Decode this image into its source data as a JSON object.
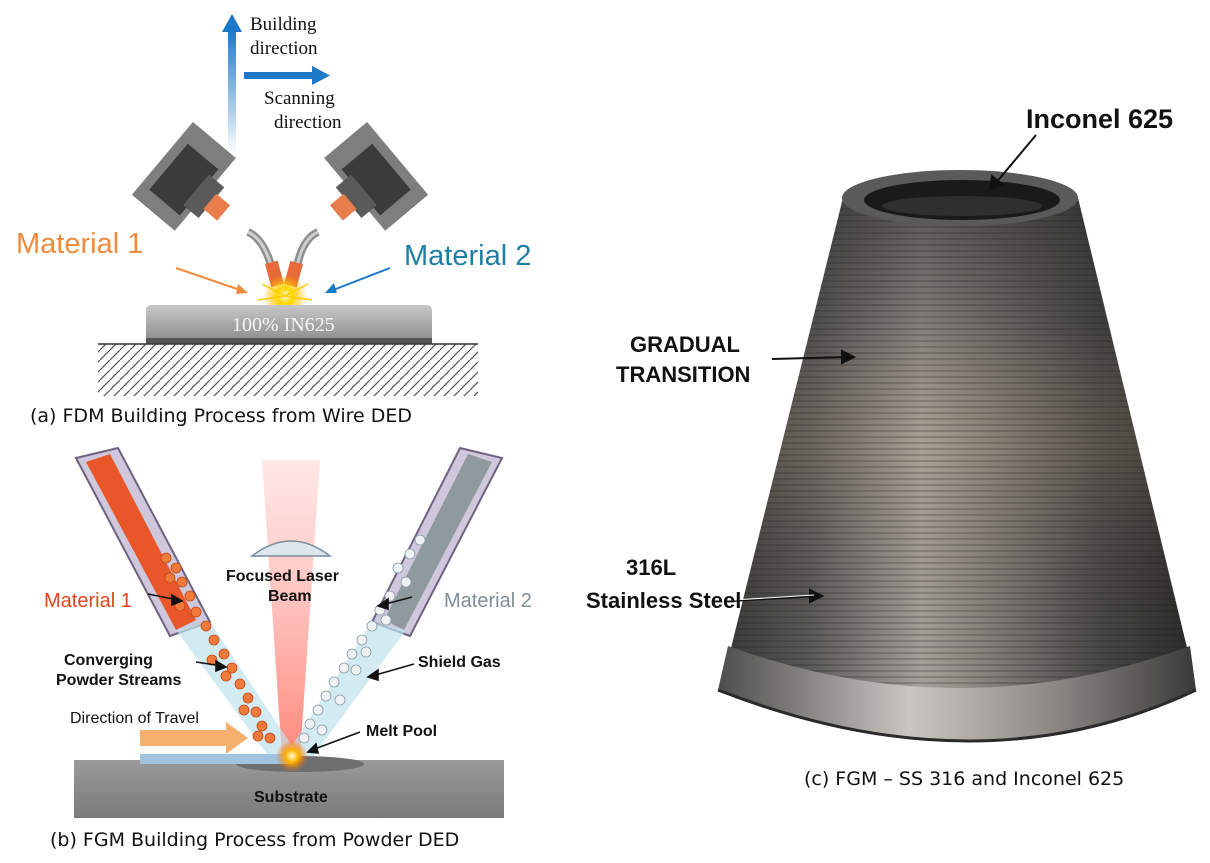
{
  "panel_a": {
    "building_direction": [
      "Building",
      "direction"
    ],
    "scanning_direction": [
      "Scanning",
      "direction"
    ],
    "material_1": "Material 1",
    "material_2": "Material 2",
    "plate_label": "100% IN625",
    "caption": "(a) FDM Building Process from Wire DED",
    "colors": {
      "material_1": "#f08a3c",
      "material_2": "#1f7fa3",
      "arrow": "#1e78c8"
    }
  },
  "panel_b": {
    "material_1": "Material 1",
    "material_2": "Material 2",
    "laser": [
      "Focused Laser",
      "Beam"
    ],
    "converging": [
      "Converging",
      "Powder Streams"
    ],
    "shield_gas": "Shield Gas",
    "direction_of_travel": "Direction of Travel",
    "melt_pool": "Melt Pool",
    "substrate": "Substrate",
    "caption": "(b) FGM Building Process from Powder DED",
    "colors": {
      "material_1": "#e0461c",
      "material_2": "#7d8e98"
    }
  },
  "panel_c": {
    "inconel": "Inconel 625",
    "gradual": [
      "GRADUAL",
      "TRANSITION"
    ],
    "steel": [
      "316L",
      "Stainless Steel"
    ],
    "caption": "(c) FGM – SS 316 and Inconel 625"
  }
}
